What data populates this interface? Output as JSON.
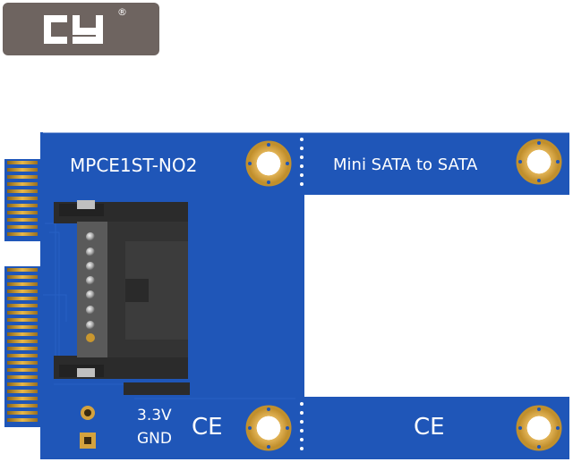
{
  "logo": {
    "text": "CY",
    "trademark": "®"
  },
  "board": {
    "model": "MPCE1ST-NO2",
    "description": "Mini SATA to SATA",
    "label_voltage": "3.3V",
    "label_ground": "GND",
    "ce_mark_left": "CE",
    "ce_mark_right": "CE"
  },
  "colors": {
    "pcb_blue": "#1f56b8",
    "gold_pad": "#d4a23e",
    "connector": "#2b2b2b",
    "logo_bg": "#6e6460"
  }
}
